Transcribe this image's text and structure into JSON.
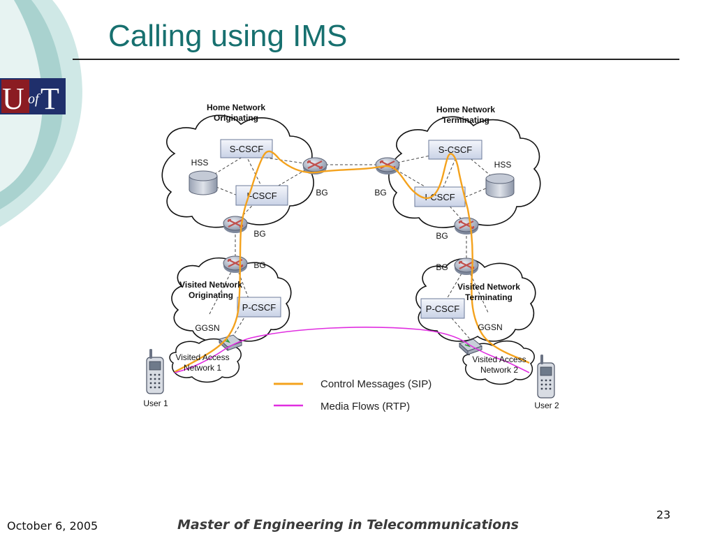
{
  "slide": {
    "title": "Calling using IMS",
    "footer_date": "October 6, 2005",
    "footer_course": "Master of Engineering in Telecommunications",
    "slide_number": "23",
    "logo_text": "UofT"
  },
  "diagram": {
    "home_orig": {
      "line1": "Home Network",
      "line2": "Originating"
    },
    "home_term": {
      "line1": "Home Network",
      "line2": "Terminating"
    },
    "visited_orig": {
      "line1": "Visited Network",
      "line2": "Originating"
    },
    "visited_term": {
      "line1": "Visited Network",
      "line2": "Terminating"
    },
    "access1": {
      "line1": "Visited Access",
      "line2": "Network 1"
    },
    "access2": {
      "line1": "Visited Access",
      "line2": "Network 2"
    },
    "scscf": "S-CSCF",
    "icscf": "I-CSCF",
    "pcscf": "P-CSCF",
    "hss": "HSS",
    "bg": "BG",
    "ggsn": "GGSN",
    "user1": "User 1",
    "user2": "User 2"
  },
  "legend": {
    "control": "Control Messages (SIP)",
    "media": "Media Flows (RTP)"
  },
  "colors": {
    "title": "#17706f",
    "sip": "#f4a21d",
    "rtp": "#e02ee0",
    "router": "#c0504d"
  }
}
